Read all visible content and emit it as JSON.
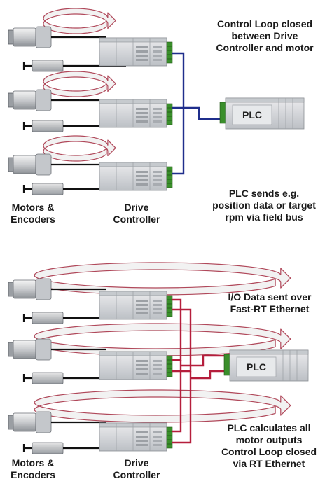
{
  "colors": {
    "arrow_fill": "#f2f2f2",
    "arrow_stroke": "#b0485a",
    "field_bus": "#1f2e8c",
    "rt_ethernet": "#b51e3c",
    "terminal_green": "#3a8f2b",
    "device_body": "#d5d8dc",
    "device_edge": "#8a8e93"
  },
  "top": {
    "caption_control_loop": [
      "Control Loop closed",
      "between Drive",
      "Controller and motor"
    ],
    "caption_plc": [
      "PLC sends e.g.",
      "position data or target",
      "rpm via field bus"
    ],
    "label_motors": [
      "Motors &",
      "Encoders"
    ],
    "label_drive": [
      "Drive",
      "Controller"
    ],
    "plc_label": "PLC"
  },
  "bottom": {
    "caption_io": [
      "I/O Data sent over",
      "Fast-RT Ethernet"
    ],
    "caption_plc": [
      "PLC calculates all",
      "motor outputs",
      "Control Loop closed",
      "via RT Ethernet"
    ],
    "label_motors": [
      "Motors &",
      "Encoders"
    ],
    "label_drive": [
      "Drive",
      "Controller"
    ],
    "plc_label": "PLC"
  },
  "icons": [
    "servo-motor-icon",
    "encoder-icon",
    "drive-controller-icon",
    "plc-icon",
    "circular-arrow-icon"
  ]
}
